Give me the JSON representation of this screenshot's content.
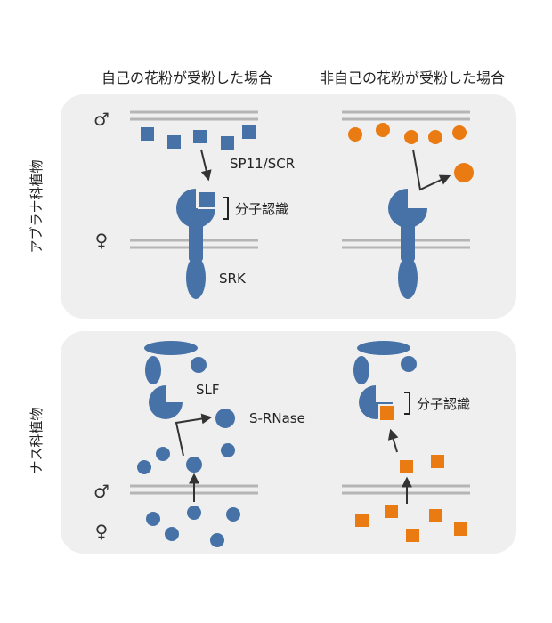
{
  "headers": {
    "self": "自己の花粉が受粉した場合",
    "nonself": "非自己の花粉が受粉した場合"
  },
  "panels": {
    "brassica": {
      "side_label": "アブラナ科植物",
      "male_symbol": "♂",
      "female_symbol": "♀",
      "ligand_label": "SP11/SCR",
      "recognition_label": "分子認識",
      "receptor_label": "SRK"
    },
    "solanaceae": {
      "side_label": "ナス科植物",
      "male_symbol": "♂",
      "female_symbol": "♀",
      "slf_label": "SLF",
      "rnase_label": "S-RNase",
      "recognition_label": "分子認識"
    }
  },
  "colors": {
    "self_protein": "#4672a8",
    "nonself_protein": "#ea7b13",
    "panel_bg": "#efefef",
    "membrane": "#b5b5b5",
    "arrow": "#333333"
  }
}
